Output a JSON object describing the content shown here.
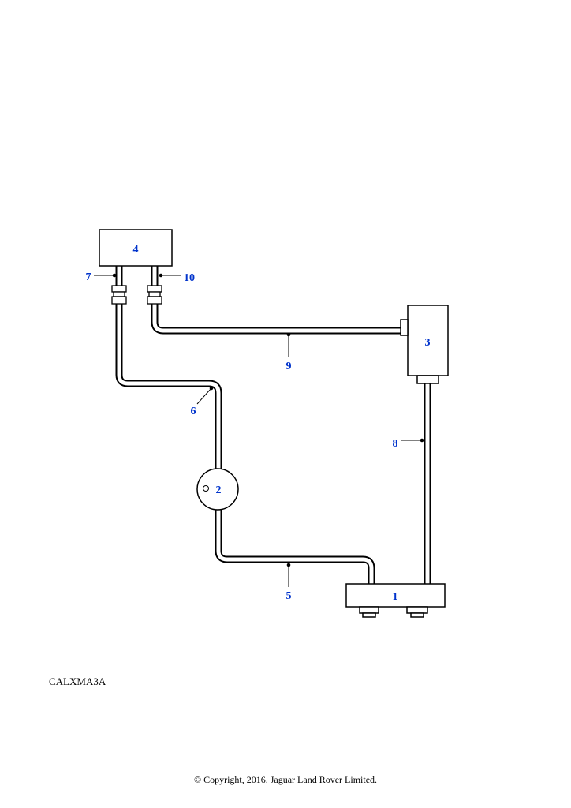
{
  "diagram": {
    "callouts": {
      "c1": "1",
      "c2": "2",
      "c3": "3",
      "c4": "4",
      "c5": "5",
      "c6": "6",
      "c7": "7",
      "c8": "8",
      "c9": "9",
      "c10": "10"
    },
    "callout_color": "#0033cc",
    "line_color": "#000000"
  },
  "footer": {
    "reference_code": "CALXMA3A",
    "copyright": "© Copyright, 2016. Jaguar Land Rover Limited."
  }
}
